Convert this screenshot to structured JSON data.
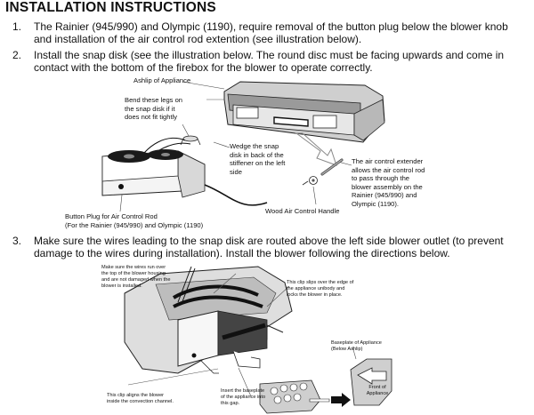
{
  "heading": "INSTALLATION INSTRUCTIONS",
  "steps": [
    {
      "number": "1.",
      "lines": [
        "The Rainier (945/990) and Olympic (1190), require removal of the button plug below the blower knob",
        "and installation of the air control rod extention (see illustration below)."
      ]
    },
    {
      "number": "2.",
      "lines": [
        "Install the snap disk (see the illustration below.  The round disc must be facing upwards and come in",
        "contact with the bottom of the firebox for the blower to operate correctly."
      ]
    },
    {
      "number": "3.",
      "lines": [
        "Make sure the wires leading to the snap disk are routed above the left side blower outlet (to prevent",
        "damage to the wires during installation).  Install the blower following the directions below."
      ]
    }
  ],
  "figure1": {
    "ashlip": "Ashlip of Appliance",
    "bend_legs": [
      "Bend these legs on",
      "the snap disk if it",
      "does not fit tightly"
    ],
    "wedge": [
      "Wedge the snap",
      "disk in back of the",
      "stiffener on the left",
      "side"
    ],
    "extender": [
      "The air control extender",
      "allows the air control rod",
      "to pass through the",
      "blower assembly on the",
      "Rainier (945/990) and",
      "Olympic (1190)."
    ],
    "handle": "Wood Air Control Handle",
    "button_plug": [
      "Button Plug for Air Control Rod",
      "(For the Rainier (945/990) and Olympic (1190)"
    ]
  },
  "figure2": {
    "wires_note": [
      "Make sure the wires run over",
      "the top of the blower housing",
      "and are not damaged when the",
      "blower is installed."
    ],
    "clip_slips": [
      "This clip slips over the edge of",
      "the appliance unibody and",
      "locks the blower in place."
    ],
    "baseplate": [
      "Baseplate of Appliance",
      "(Below Ashlip)"
    ],
    "clip_aligns": [
      "This clip aligns the blower",
      "inside the convection channel."
    ],
    "insert": [
      "Insert the baseplate",
      "of the appliance into",
      "this gap."
    ],
    "front": [
      "Front of",
      "Appliance"
    ]
  }
}
